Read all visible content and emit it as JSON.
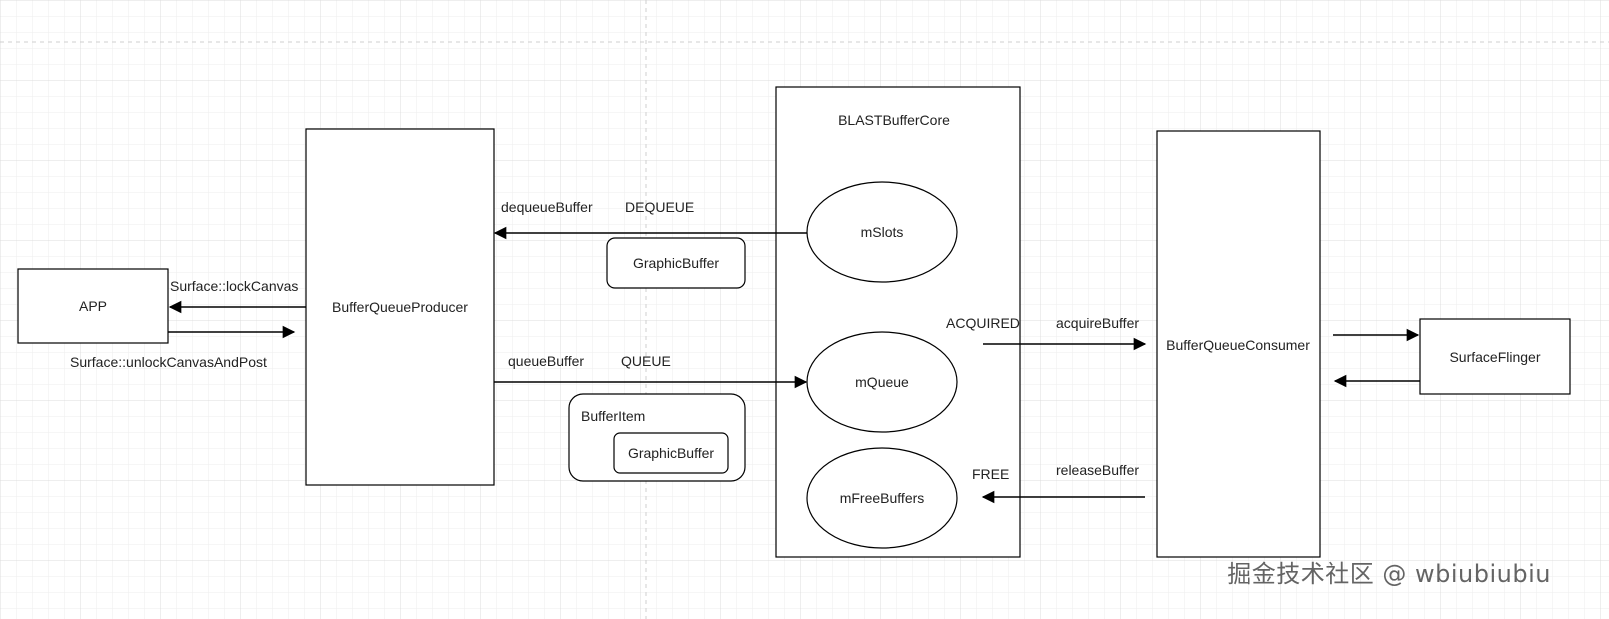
{
  "nodes": {
    "app": "APP",
    "producer": "BufferQueueProducer",
    "core": "BLASTBufferCore",
    "m_slots": "mSlots",
    "m_queue": "mQueue",
    "m_free_buffers": "mFreeBuffers",
    "consumer": "BufferQueueConsumer",
    "surface_flinger": "SurfaceFlinger",
    "graphic_buffer_top": "GraphicBuffer",
    "buffer_item": "BufferItem",
    "graphic_buffer_inner": "GraphicBuffer"
  },
  "edge_labels": {
    "lock_canvas": "Surface::lockCanvas",
    "unlock_canvas": "Surface::unlockCanvasAndPost",
    "dequeue_buffer": "dequeueBuffer",
    "dequeue_state": "DEQUEUE",
    "queue_buffer": "queueBuffer",
    "queue_state": "QUEUE",
    "acquired_state": "ACQUIRED",
    "acquire_buffer": "acquireBuffer",
    "free_state": "FREE",
    "release_buffer": "releaseBuffer"
  },
  "watermark": "掘金技术社区 @ wbiubiubiu",
  "colors": {
    "grid_minor": "#eeeeee",
    "grid_major": "#dcdcdc",
    "stroke": "#000000",
    "text": "#222222"
  }
}
